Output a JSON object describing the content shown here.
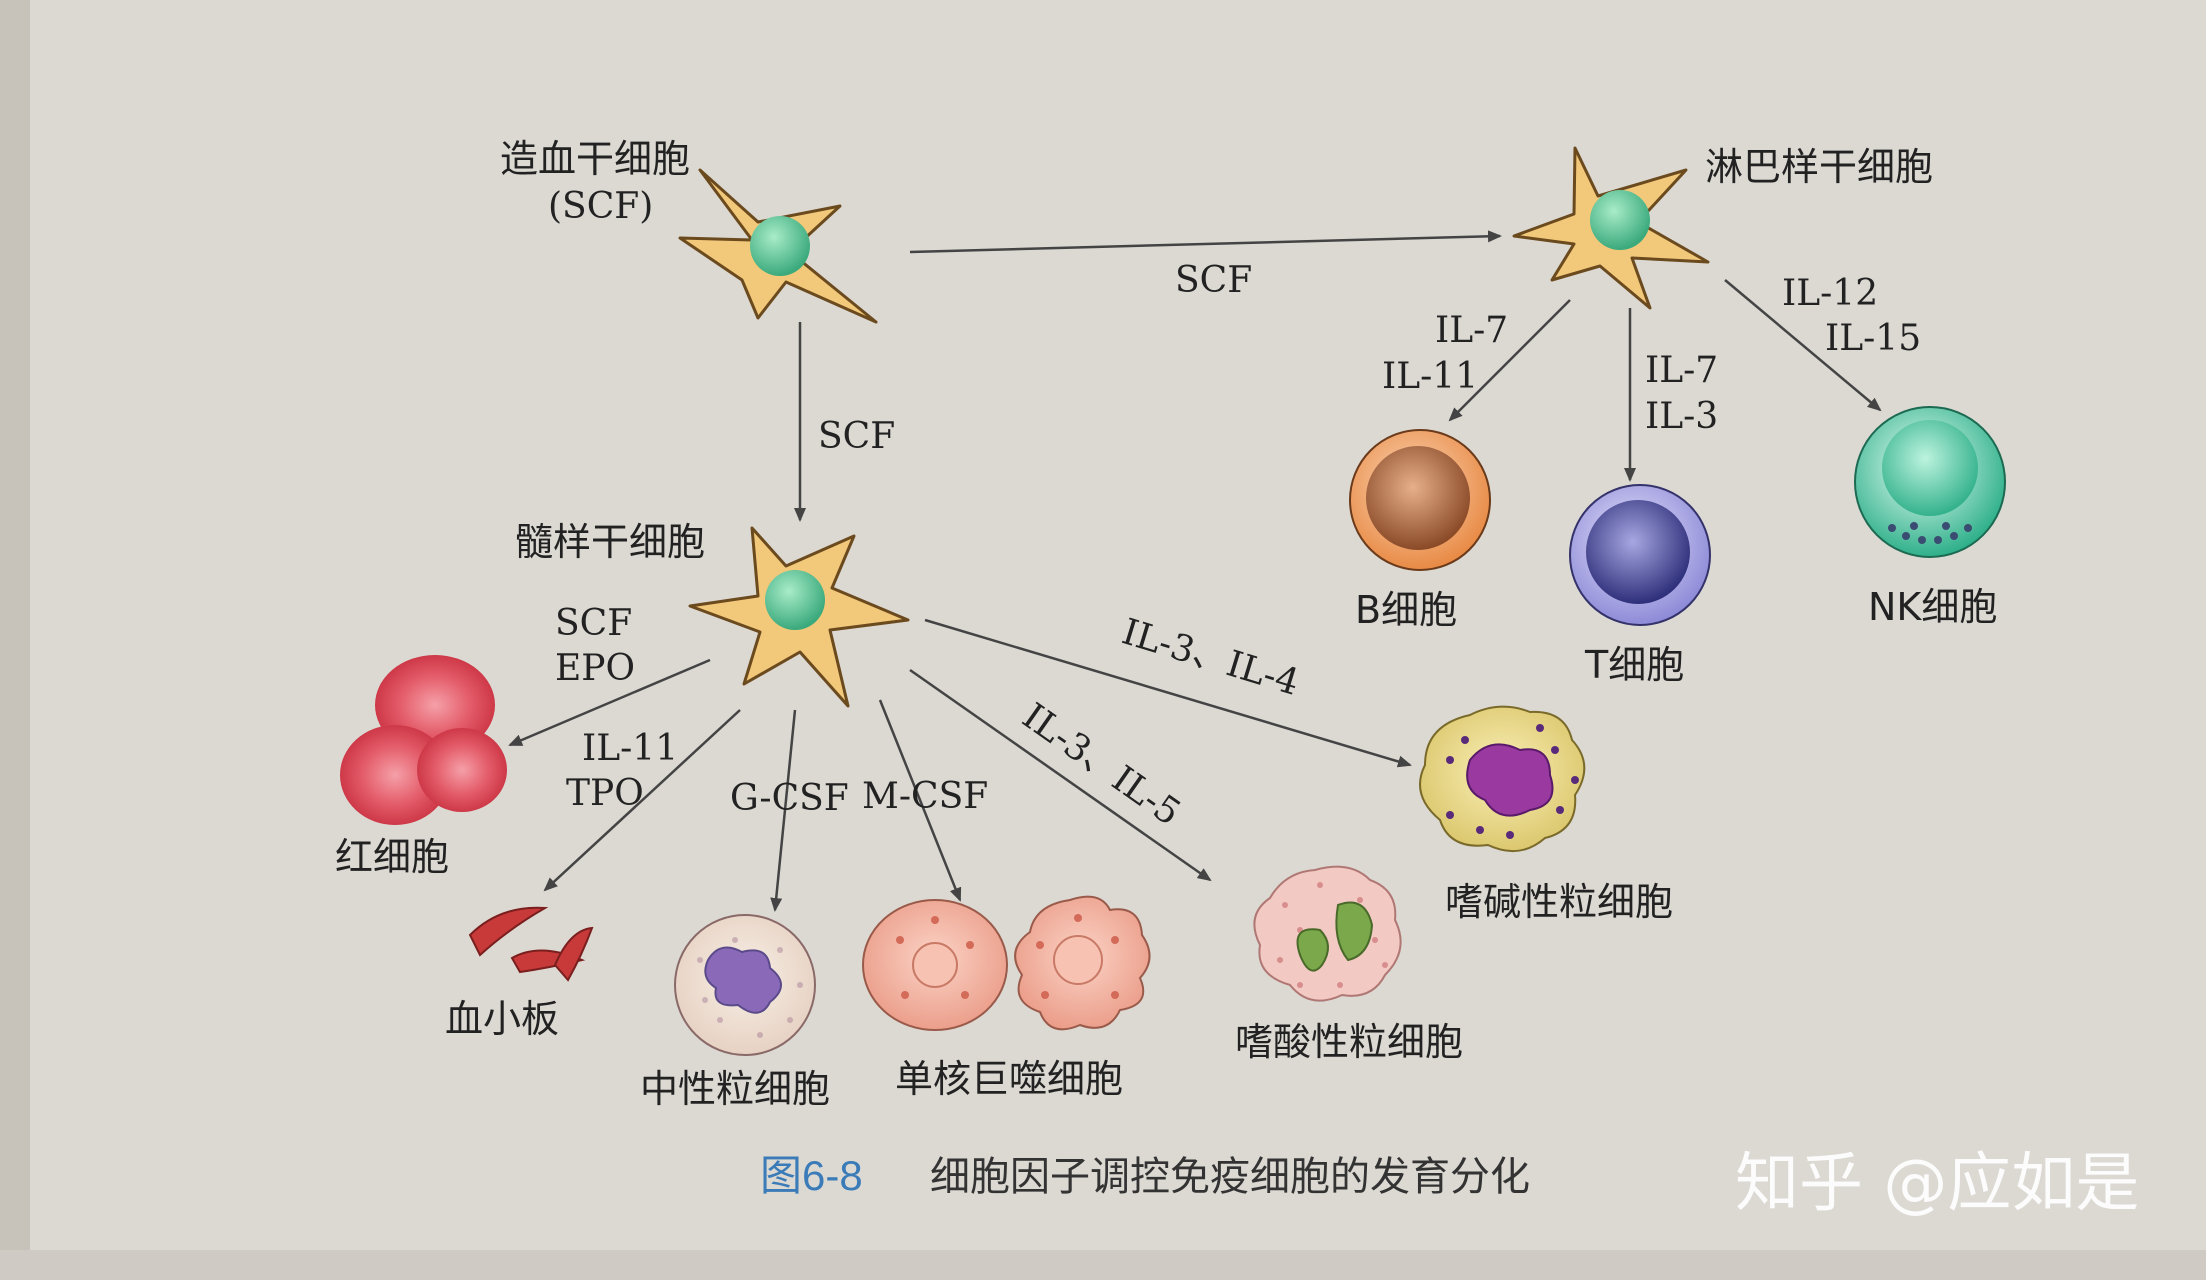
{
  "nodes": {
    "hsc": {
      "label_line1": "造血干细胞",
      "label_line2": "(SCF)"
    },
    "lymphoid_stem": {
      "label": "淋巴样干细胞"
    },
    "myeloid_stem": {
      "label": "髓样干细胞"
    },
    "b_cell": {
      "label": "B细胞"
    },
    "t_cell": {
      "label": "T细胞"
    },
    "nk_cell": {
      "label": "NK细胞"
    },
    "rbc": {
      "label": "红细胞"
    },
    "platelet": {
      "label": "血小板"
    },
    "neutrophil": {
      "label": "中性粒细胞"
    },
    "monocyte_macrophage": {
      "label": "单核巨噬细胞"
    },
    "eosinophil": {
      "label": "嗜酸性粒细胞"
    },
    "basophil": {
      "label": "嗜碱性粒细胞"
    }
  },
  "edges": {
    "hsc_to_lymphoid": "SCF",
    "hsc_to_myeloid": "SCF",
    "lymphoid_to_b": [
      "IL-7",
      "IL-11"
    ],
    "lymphoid_to_t": [
      "IL-7",
      "IL-3"
    ],
    "lymphoid_to_nk": [
      "IL-12",
      "IL-15"
    ],
    "myeloid_to_rbc": [
      "SCF",
      "EPO"
    ],
    "myeloid_to_platelet": [
      "IL-11",
      "TPO"
    ],
    "myeloid_to_neutrophil": "G-CSF",
    "myeloid_to_monocyte": "M-CSF",
    "myeloid_to_eosinophil": "IL-3、IL-5",
    "myeloid_to_basophil": "IL-3、IL-4"
  },
  "caption": {
    "number": "图6-8",
    "text": "细胞因子调控免疫细胞的发育分化"
  },
  "watermark": "知乎 @应如是",
  "colors": {
    "page": "#d9d6d0",
    "stem_cell": "#f2c87a",
    "stem_nucleus": "#5cc49a",
    "rbc": "#e0505f",
    "b_cell": "#c97a4a",
    "t_cell": "#5a5aa8",
    "nk_cell": "#5fc8a8",
    "caption_number": "#3a7bb8"
  }
}
